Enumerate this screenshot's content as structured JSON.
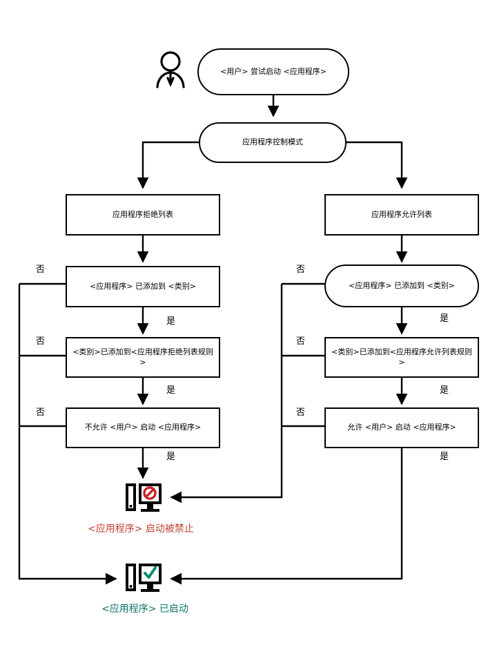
{
  "diagram": {
    "title": "应用程序控制模式流程图",
    "type": "flowchart",
    "colors": {
      "stroke": "#000000",
      "background": "#ffffff",
      "blocked_text": "#bf4230",
      "blocked_mark": "#cc2229",
      "started_text": "#0d7466",
      "started_mark": "#0d8c74"
    }
  },
  "actor": {
    "name": "user-stick-figure",
    "label": ""
  },
  "nodes": {
    "start": {
      "label": "<用户> 尝试启动 <应用程序>",
      "shape": "stadium"
    },
    "mode": {
      "label": "应用程序控制模式",
      "shape": "stadium"
    },
    "deny_list": {
      "label": "应用程序拒绝列表",
      "shape": "rect"
    },
    "allow_list": {
      "label": "应用程序允许列表",
      "shape": "rect"
    },
    "deny_cat": {
      "label": "<应用程序> 已添加到 <类别>",
      "shape": "rect"
    },
    "allow_cat": {
      "label": "<应用程序> 已添加到 <类别>",
      "shape": "stadium"
    },
    "deny_rule": {
      "label": "<类别>已添加到<应用程序拒绝列表规则>",
      "shape": "rect"
    },
    "allow_rule": {
      "label": "<类别>已添加到<应用程序允许列表规则>",
      "shape": "rect"
    },
    "deny_launch": {
      "label": "不允许 <用户> 启动 <应用程序>",
      "shape": "rect"
    },
    "allow_launch": {
      "label": "允许 <用户> 启动 <应用程序>",
      "shape": "rect"
    }
  },
  "results": {
    "blocked": {
      "icon": "computer-blocked-icon",
      "label": "<应用程序> 启动被禁止"
    },
    "started": {
      "icon": "computer-check-icon",
      "label": "<应用程序> 已启动"
    }
  },
  "edge_labels": {
    "no": "否",
    "yes": "是"
  },
  "edges": [
    {
      "from": "actor/start",
      "to": "mode",
      "label": ""
    },
    {
      "from": "mode",
      "to": "deny_list",
      "label": ""
    },
    {
      "from": "mode",
      "to": "allow_list",
      "label": ""
    },
    {
      "from": "deny_list",
      "to": "deny_cat",
      "label": ""
    },
    {
      "from": "allow_list",
      "to": "allow_cat",
      "label": ""
    },
    {
      "from": "deny_cat",
      "to": "deny_rule",
      "label": "是"
    },
    {
      "from": "deny_cat",
      "to": "started",
      "label": "否"
    },
    {
      "from": "deny_rule",
      "to": "deny_launch",
      "label": "是"
    },
    {
      "from": "deny_rule",
      "to": "started",
      "label": "否"
    },
    {
      "from": "deny_launch",
      "to": "blocked",
      "label": "是"
    },
    {
      "from": "deny_launch",
      "to": "started",
      "label": "否"
    },
    {
      "from": "allow_cat",
      "to": "allow_rule",
      "label": "是"
    },
    {
      "from": "allow_cat",
      "to": "blocked",
      "label": "否"
    },
    {
      "from": "allow_rule",
      "to": "allow_launch",
      "label": "是"
    },
    {
      "from": "allow_rule",
      "to": "blocked",
      "label": "否"
    },
    {
      "from": "allow_launch",
      "to": "started",
      "label": "是"
    },
    {
      "from": "allow_launch",
      "to": "blocked",
      "label": "否"
    }
  ]
}
